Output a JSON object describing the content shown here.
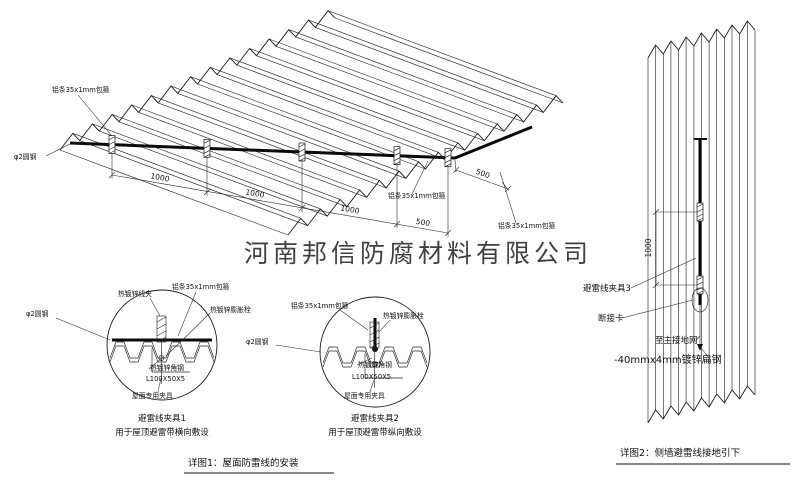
{
  "watermark": "河南邦信防腐材料有限公司",
  "terms": {
    "alu_strip": "铝条35x1mm包箍",
    "round_steel": "φ2圆钢",
    "wire_clamp": "热镀锌线夹",
    "expansion_bolt": "热镀锌膨胀栓",
    "angle_steel": "热镀锌角钢",
    "angle_spec": "L100X50X5",
    "roof_clamp": "屋面专用夹具"
  },
  "main": {
    "dims": [
      "1000",
      "1000",
      "1000",
      "500"
    ],
    "dim_right": "500",
    "caption": "详图1：屋面防雷线的安装"
  },
  "detail1": {
    "title": "避雷线夹具1",
    "subtitle": "用于屋顶避雷带横向敷设"
  },
  "detail2": {
    "title": "避雷线夹具2",
    "subtitle": "用于屋顶避雷带纵向敷设"
  },
  "wall": {
    "clamp3": "避雷线夹具3",
    "break_card": "断接卡",
    "to_ground": "至主接地网",
    "flat_steel": "-40mmx4mm镀锌扁钢",
    "dim": "1000",
    "caption": "详图2：侧墙避雷线接地引下"
  },
  "colors": {
    "accent_red": "#cc2222",
    "watermark_gray": "#9c9c9c"
  }
}
